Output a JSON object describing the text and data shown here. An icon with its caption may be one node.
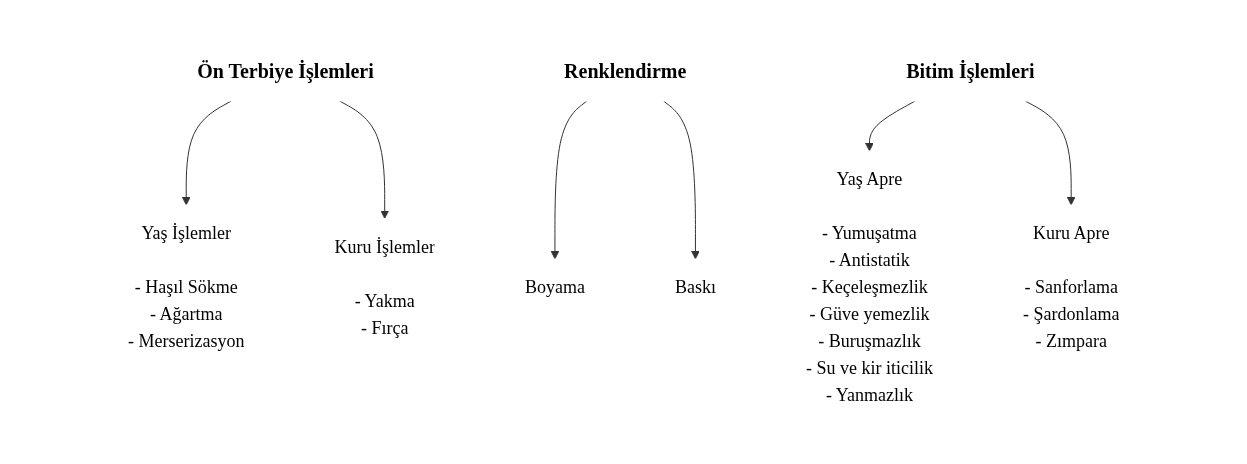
{
  "diagram": {
    "nodes": [
      {
        "text": [
          "Ön Terbiye İşlemleri"
        ]
      },
      {
        "text": [
          "Yaş İşlemler",
          "- Haşıl Sökme",
          "- Ağartma",
          "- Merserizasyon"
        ]
      },
      {
        "text": [
          "Kuru İşlemler",
          "- Yakma",
          "- Fırça"
        ]
      },
      {
        "text": [
          "Renklendirme"
        ]
      },
      {
        "text": [
          "Boyama"
        ]
      },
      {
        "text": [
          "Baskı"
        ]
      },
      {
        "text": [
          "Bitim İşlemleri"
        ]
      },
      {
        "text": [
          "Yaş Apre",
          "- Yumuşatma",
          "- Antistatik",
          "- Keçeleşmezlik",
          "- Güve yemezlik",
          "- Buruşmazlık",
          "- Su ve kir iticilik",
          "- Yanmazlık"
        ]
      },
      {
        "text": [
          "Kuru Apre",
          "- Sanforlama",
          "- Şardonlama",
          "- Zımpara"
        ]
      }
    ],
    "edges": [
      {
        "from": 0,
        "to": 1,
        "arrow": "to"
      },
      {
        "from": 0,
        "to": 2,
        "arrow": "to"
      },
      {
        "from": 3,
        "to": 4,
        "arrow": "to"
      },
      {
        "from": 3,
        "to": 5,
        "arrow": "to"
      },
      {
        "from": 6,
        "to": 7,
        "arrow": "to"
      },
      {
        "from": 6,
        "to": 8,
        "arrow": "to"
      }
    ]
  }
}
